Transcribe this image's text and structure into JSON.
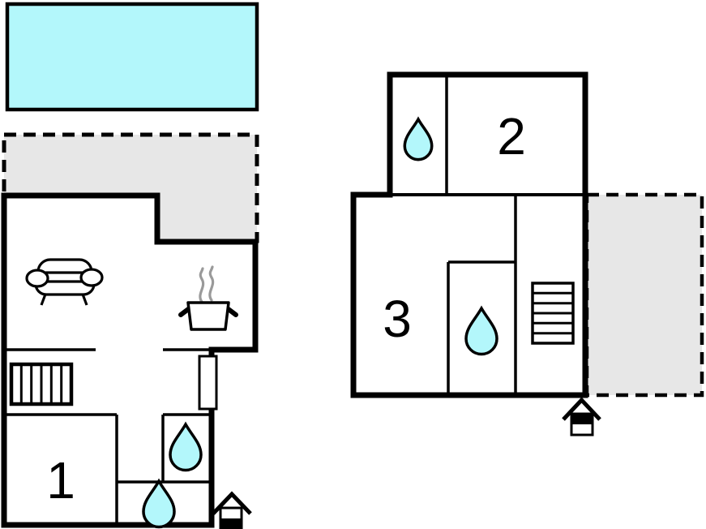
{
  "colors": {
    "water": "#b3f7fb",
    "terrace_fill": "#e7e7e7",
    "wall": "#000000",
    "steam": "#9a9a9a"
  },
  "floor1": {
    "rooms": {
      "room1": "1"
    },
    "icons": [
      "swimming-pool",
      "terrace",
      "sofa-icon",
      "cooking-pot-icon",
      "steam-icon",
      "stairs-icon",
      "door-panel",
      "water-drop-icon",
      "water-drop-icon",
      "entrance-icon"
    ]
  },
  "floor2": {
    "rooms": {
      "room2": "2",
      "room3": "3"
    },
    "icons": [
      "terrace",
      "stairs-icon",
      "water-drop-icon",
      "water-drop-icon",
      "entrance-icon"
    ]
  }
}
